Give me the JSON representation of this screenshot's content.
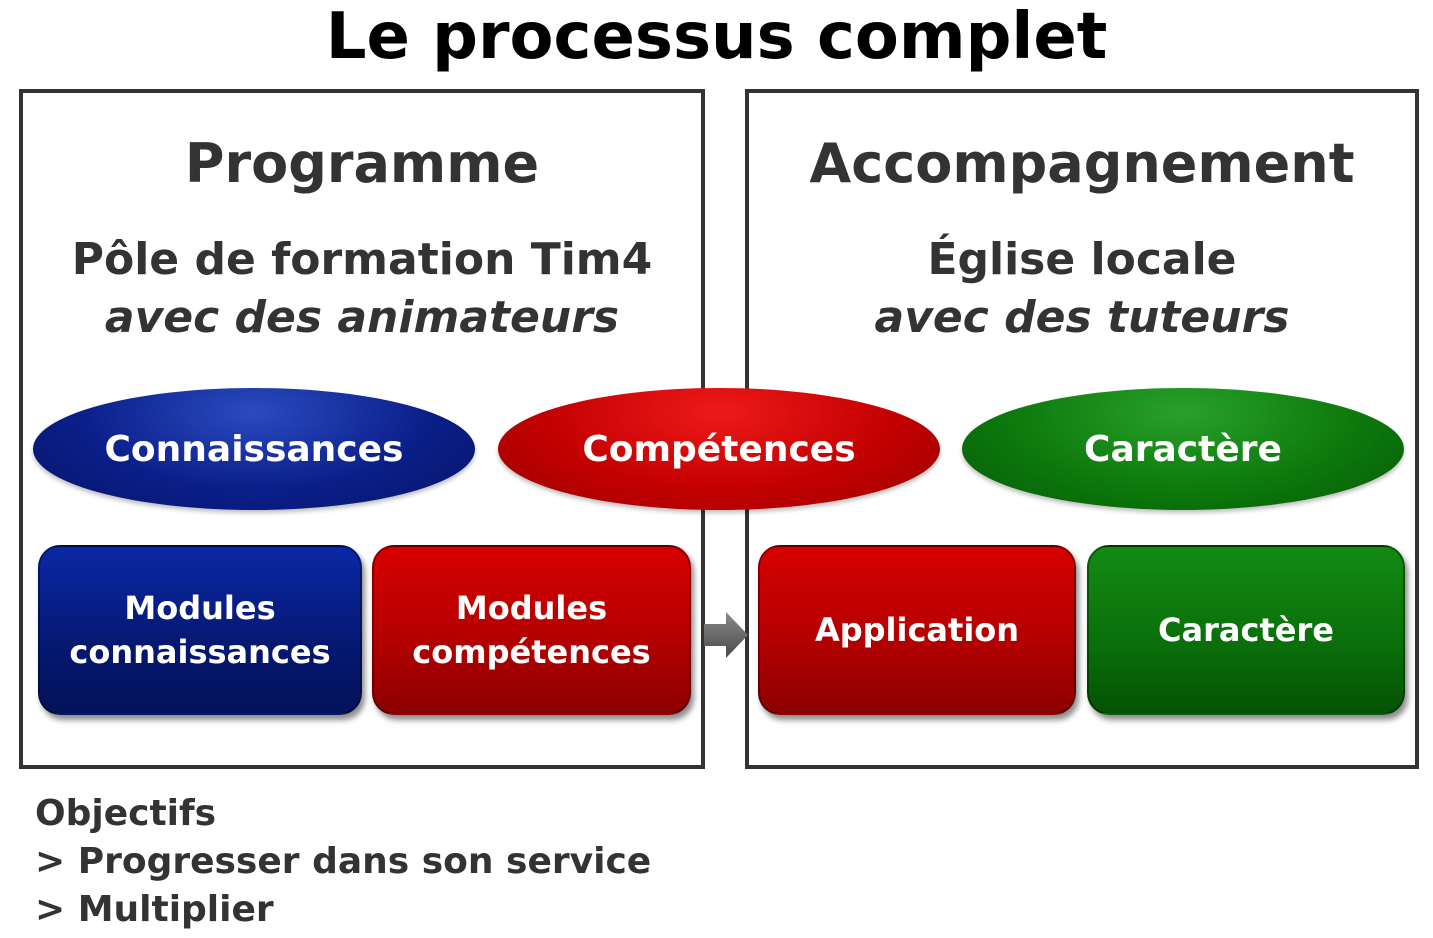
{
  "title": "Le processus complet",
  "left_panel": {
    "heading": "Programme",
    "subtitle": "Pôle de formation Tim4",
    "subtitle_italic": "avec des animateurs"
  },
  "right_panel": {
    "heading": "Accompagnement",
    "subtitle": "Église locale",
    "subtitle_italic": "avec des tuteurs"
  },
  "ellipses": [
    {
      "label": "Connaissances",
      "color": "#0b1f8a"
    },
    {
      "label": "Compétences",
      "color": "#c40000"
    },
    {
      "label": "Caractère",
      "color": "#0c7a0c"
    }
  ],
  "boxes": [
    {
      "line1": "Modules",
      "line2": "connaissances",
      "color": "#051870"
    },
    {
      "line1": "Modules",
      "line2": "compétences",
      "color": "#b00000"
    },
    {
      "line1": "Application",
      "line2": "",
      "color": "#b00000"
    },
    {
      "line1": "Caractère",
      "line2": "",
      "color": "#0a6e0a"
    }
  ],
  "arrow_icon": "right-arrow-icon",
  "objectives": {
    "heading": "Objectifs",
    "items": [
      "> Progresser dans son service",
      "> Multiplier"
    ]
  }
}
